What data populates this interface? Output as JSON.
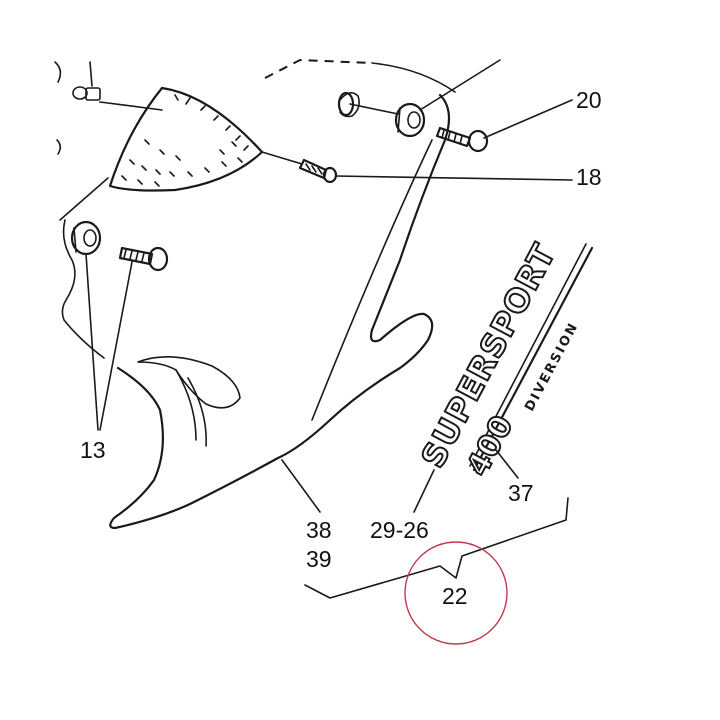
{
  "callouts": {
    "c20": "20",
    "c18": "18",
    "c13": "13",
    "c38": "38",
    "c39": "39",
    "c29_26": "29-26",
    "c37": "37",
    "c22": "22"
  },
  "decal": {
    "main": "SUPERSPORT",
    "number": "400",
    "sub": "DIVERSION"
  },
  "colors": {
    "ink": "#1a1a1a",
    "highlight_circle": "#c0394b"
  }
}
